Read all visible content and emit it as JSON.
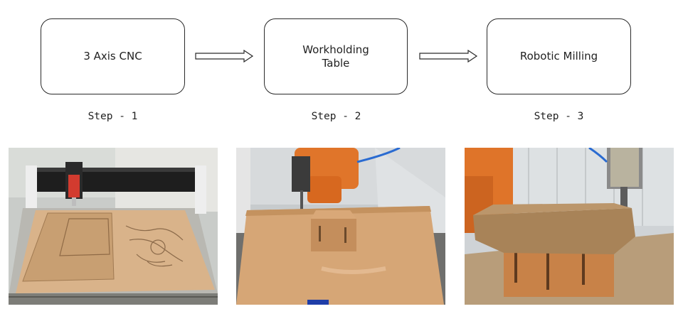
{
  "steps": [
    {
      "box_label": "3 Axis CNC",
      "step_label": "Step - 1"
    },
    {
      "box_label": "Workholding\nTable",
      "step_label": "Step - 2"
    },
    {
      "box_label": "Robotic Milling",
      "step_label": "Step - 3"
    }
  ],
  "photos": [
    {
      "subject": "3-axis CNC router engraving a plywood sheet"
    },
    {
      "subject": "Orange industrial robot above a plywood workholding table with a small box"
    },
    {
      "subject": "Robot spindle milling a foam block resting on a wooden box"
    }
  ],
  "colors": {
    "border": "#2a2a2a",
    "text": "#222222",
    "robot_orange": "#e0752a",
    "plywood": "#d8a77a"
  }
}
